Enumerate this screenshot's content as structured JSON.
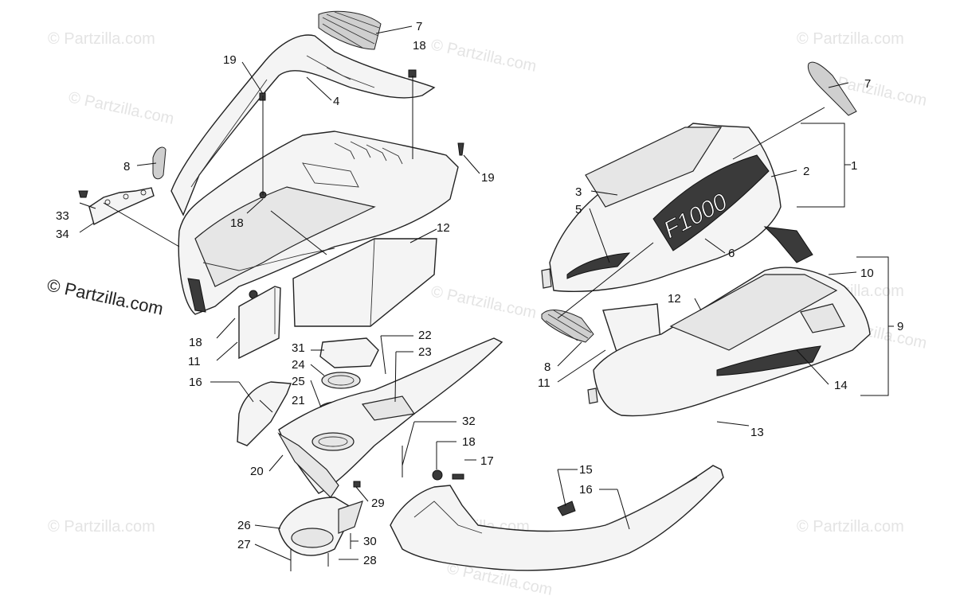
{
  "watermark": {
    "faint_text": "© Partzilla.com",
    "strong_text": "© Partzilla.com"
  },
  "callouts": {
    "c1": "1",
    "c2": "2",
    "c3": "3",
    "c4": "4",
    "c5": "5",
    "c6": "6",
    "c7a": "7",
    "c7b": "7",
    "c8a": "8",
    "c8b": "8",
    "c9": "9",
    "c10": "10",
    "c11a": "11",
    "c11b": "11",
    "c12a": "12",
    "c12b": "12",
    "c13": "13",
    "c14": "14",
    "c15": "15",
    "c16a": "16",
    "c16b": "16",
    "c17": "17",
    "c18a": "18",
    "c18b": "18",
    "c18c": "18",
    "c18d": "18",
    "c19a": "19",
    "c19b": "19",
    "c20": "20",
    "c21": "21",
    "c22": "22",
    "c23": "23",
    "c24": "24",
    "c25": "25",
    "c26": "26",
    "c27": "27",
    "c28": "28",
    "c29": "29",
    "c30": "30",
    "c31": "31",
    "c32": "32",
    "c33": "33",
    "c34": "34"
  },
  "decal_text": "F1000",
  "colors": {
    "line": "#111111",
    "watermark": "#e4e4e4",
    "panel": "#f4f4f4",
    "graphic": "#3a3a3a"
  }
}
